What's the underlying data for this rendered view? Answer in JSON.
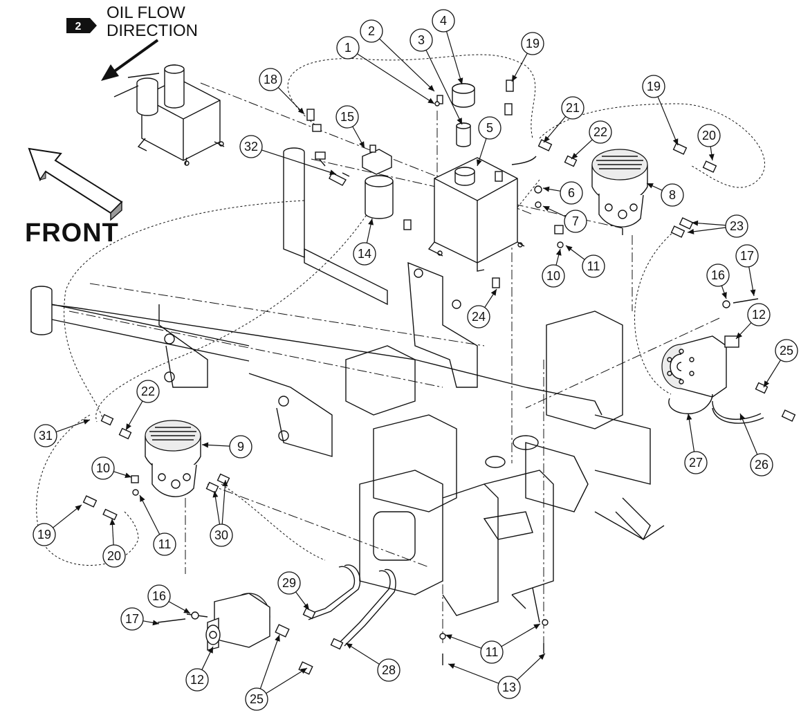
{
  "header": {
    "badge_number": "2",
    "oil_flow_line1": "OIL FLOW",
    "oil_flow_line2": "DIRECTION"
  },
  "front_label": "FRONT",
  "callouts": [
    {
      "id": "c1",
      "label": "1"
    },
    {
      "id": "c2",
      "label": "2"
    },
    {
      "id": "c3",
      "label": "3"
    },
    {
      "id": "c4",
      "label": "4"
    },
    {
      "id": "c5",
      "label": "5"
    },
    {
      "id": "c6",
      "label": "6"
    },
    {
      "id": "c7",
      "label": "7"
    },
    {
      "id": "c8",
      "label": "8"
    },
    {
      "id": "c9",
      "label": "9"
    },
    {
      "id": "c10a",
      "label": "10"
    },
    {
      "id": "c10b",
      "label": "10"
    },
    {
      "id": "c11a",
      "label": "11"
    },
    {
      "id": "c11b",
      "label": "11"
    },
    {
      "id": "c11c",
      "label": "11"
    },
    {
      "id": "c12a",
      "label": "12"
    },
    {
      "id": "c12b",
      "label": "12"
    },
    {
      "id": "c13",
      "label": "13"
    },
    {
      "id": "c14",
      "label": "14"
    },
    {
      "id": "c15",
      "label": "15"
    },
    {
      "id": "c16a",
      "label": "16"
    },
    {
      "id": "c16b",
      "label": "16"
    },
    {
      "id": "c17a",
      "label": "17"
    },
    {
      "id": "c17b",
      "label": "17"
    },
    {
      "id": "c18",
      "label": "18"
    },
    {
      "id": "c19a",
      "label": "19"
    },
    {
      "id": "c19b",
      "label": "19"
    },
    {
      "id": "c19c",
      "label": "19"
    },
    {
      "id": "c20a",
      "label": "20"
    },
    {
      "id": "c20b",
      "label": "20"
    },
    {
      "id": "c21",
      "label": "21"
    },
    {
      "id": "c22a",
      "label": "22"
    },
    {
      "id": "c22b",
      "label": "22"
    },
    {
      "id": "c23",
      "label": "23"
    },
    {
      "id": "c24",
      "label": "24"
    },
    {
      "id": "c25a",
      "label": "25"
    },
    {
      "id": "c25b",
      "label": "25"
    },
    {
      "id": "c26",
      "label": "26"
    },
    {
      "id": "c27",
      "label": "27"
    },
    {
      "id": "c28",
      "label": "28"
    },
    {
      "id": "c29",
      "label": "29"
    },
    {
      "id": "c30",
      "label": "30"
    },
    {
      "id": "c31",
      "label": "31"
    },
    {
      "id": "c32",
      "label": "32"
    }
  ],
  "icons": {
    "badge": "arrow-badge-icon",
    "oil_arrow": "arrow-down-left-icon",
    "front_arrow": "arrow-up-left-icon"
  }
}
